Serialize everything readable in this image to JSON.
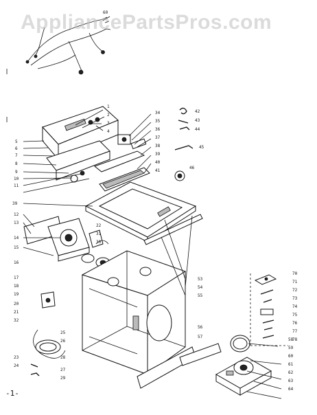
{
  "watermark": "AppliancePartsPros.com",
  "page_number": "-1-",
  "callouts_left": [
    "1",
    "2",
    "3",
    "4",
    "5",
    "6",
    "7",
    "8",
    "9",
    "10",
    "11",
    "39",
    "12",
    "13",
    "14",
    "15",
    "16",
    "17",
    "18",
    "19",
    "20",
    "21",
    "32",
    "23",
    "24"
  ],
  "callouts_top_right": [
    "34",
    "35",
    "36",
    "37",
    "38",
    "39",
    "40",
    "41",
    "42",
    "43",
    "44",
    "45",
    "46"
  ],
  "callouts_mid": [
    "22",
    "31",
    "30",
    "29",
    "27",
    "28",
    "25",
    "26"
  ],
  "callouts_right": [
    "53",
    "54",
    "55",
    "56",
    "57",
    "58",
    "59",
    "60",
    "61",
    "62",
    "63",
    "64",
    "70",
    "71",
    "72",
    "73",
    "74",
    "75",
    "76",
    "77",
    "78"
  ],
  "callouts_harness": [
    "60"
  ]
}
